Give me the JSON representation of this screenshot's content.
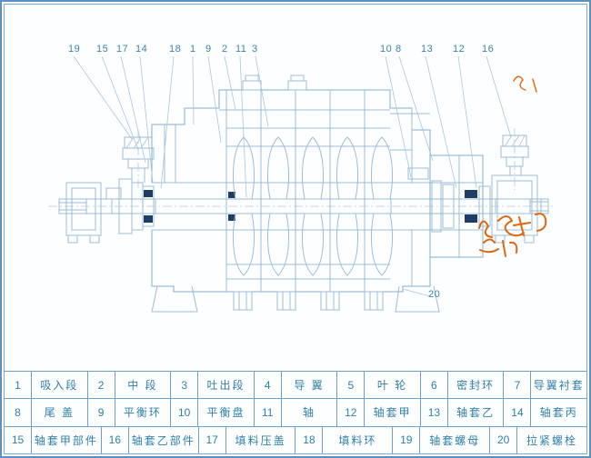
{
  "drawing": {
    "line_color": "#9dbcd6",
    "watermark_color": "#e0660f",
    "callouts": [
      {
        "label": "19"
      },
      {
        "label": "15"
      },
      {
        "label": "17"
      },
      {
        "label": "14"
      },
      {
        "label": "18"
      },
      {
        "label": "1"
      },
      {
        "label": "9"
      },
      {
        "label": "2"
      },
      {
        "label": "11"
      },
      {
        "label": "3"
      },
      {
        "label": "10"
      },
      {
        "label": "8"
      },
      {
        "label": "13"
      },
      {
        "label": "12"
      },
      {
        "label": "16"
      },
      {
        "label": "20"
      }
    ]
  },
  "table": {
    "text_color": "#2f7fa7",
    "border_color": "#6f9fcc",
    "rows": [
      [
        {
          "num": "1",
          "name": "吸入段"
        },
        {
          "num": "2",
          "name": "中 段"
        },
        {
          "num": "3",
          "name": "吐出段"
        },
        {
          "num": "4",
          "name": "导 翼"
        },
        {
          "num": "5",
          "name": "叶 轮"
        },
        {
          "num": "6",
          "name": "密封环"
        },
        {
          "num": "7",
          "name": "导翼衬套"
        }
      ],
      [
        {
          "num": "8",
          "name": "尾 盖"
        },
        {
          "num": "9",
          "name": "平衡环"
        },
        {
          "num": "10",
          "name": "平衡盘"
        },
        {
          "num": "11",
          "name": "轴"
        },
        {
          "num": "12",
          "name": "轴套甲"
        },
        {
          "num": "13",
          "name": "轴套乙"
        },
        {
          "num": "14",
          "name": "轴套丙"
        }
      ],
      [
        {
          "num": "15",
          "name": "轴套甲部件"
        },
        {
          "num": "16",
          "name": "轴套乙部件"
        },
        {
          "num": "17",
          "name": "填料压盖"
        },
        {
          "num": "18",
          "name": "填料环"
        },
        {
          "num": "19",
          "name": "轴套螺母"
        },
        {
          "num": "20",
          "name": "拉紧螺栓"
        }
      ]
    ]
  }
}
